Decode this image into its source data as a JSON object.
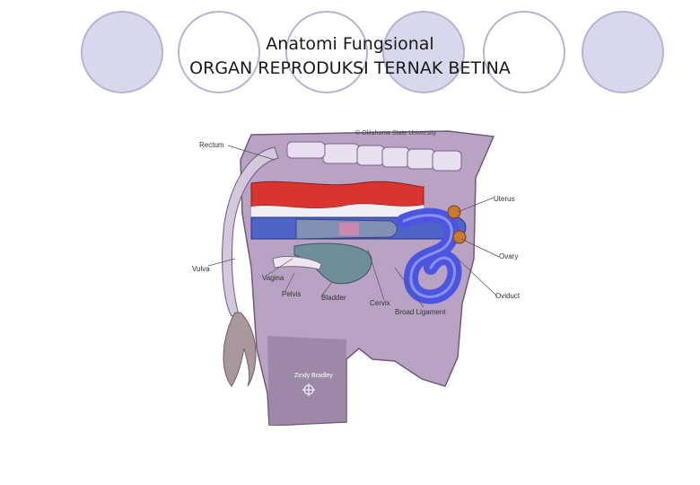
{
  "slide": {
    "title_line1": "Anatomi Fungsional",
    "title_line2": "ORGAN REPRODUKSI TERNAK BETINA"
  },
  "diagram": {
    "copyright": "© Oklahoma State University",
    "labels": {
      "rectum": "Rectum",
      "vulva": "Vulva",
      "vagina": "Vagina",
      "pelvis": "Pelvis",
      "bladder": "Bladder",
      "cervix": "Cervix",
      "broad_ligament": "Broad Ligament",
      "uterus": "Uterus",
      "ovary": "Ovary",
      "oviduct": "Oviduct"
    },
    "artist_signature": "Zindy Bradley"
  },
  "colors": {
    "circle_fill": "#d8d8ec",
    "circle_stroke": "#b4b4d4",
    "body_cavity": "#b9a3c4",
    "body_outline": "#6f5a7a",
    "rectum_red": "#d9342f",
    "vagina_blue": "#4f64c8",
    "uterus_blue": "#4c55e0",
    "bladder_teal": "#6e8e9a",
    "ovary_orange": "#c97a2c"
  }
}
